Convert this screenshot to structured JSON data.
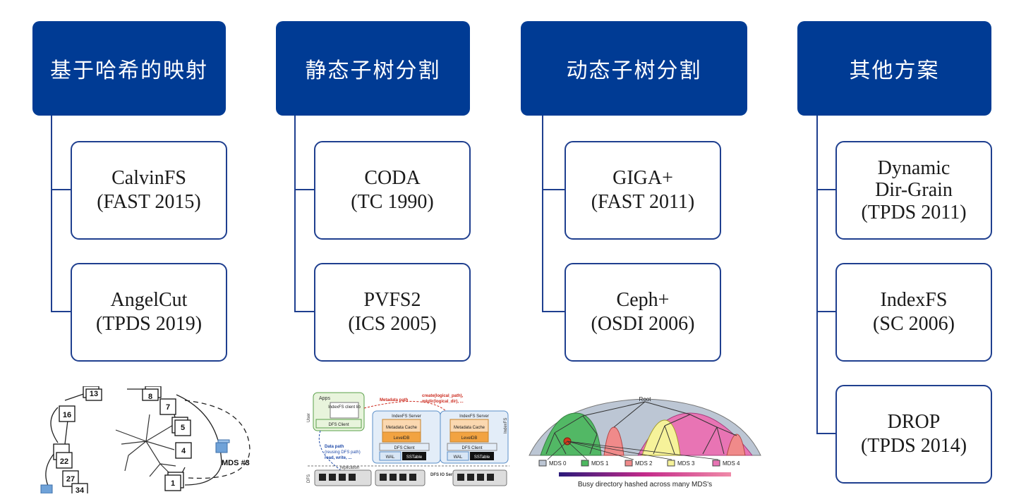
{
  "columns": [
    {
      "title": "基于哈希的映射",
      "items": [
        {
          "lines": [
            "CalvinFS",
            "(FAST 2015)"
          ]
        },
        {
          "lines": [
            "AngelCut",
            "(TPDS 2019)"
          ]
        }
      ]
    },
    {
      "title": "静态子树分割",
      "items": [
        {
          "lines": [
            "CODA",
            "(TC 1990)"
          ]
        },
        {
          "lines": [
            "PVFS2",
            "(ICS 2005)"
          ]
        }
      ]
    },
    {
      "title": "动态子树分割",
      "items": [
        {
          "lines": [
            "GIGA+",
            "(FAST 2011)"
          ]
        },
        {
          "lines": [
            "Ceph+",
            "(OSDI 2006)"
          ]
        }
      ]
    },
    {
      "title": "其他方案",
      "items": [
        {
          "lines": [
            "Dynamic",
            "Dir-Grain",
            "(TPDS 2011)"
          ]
        },
        {
          "lines": [
            "IndexFS",
            "(SC 2006)"
          ]
        },
        {
          "lines": [
            "DROP",
            "(TPDS 2014)"
          ]
        }
      ]
    }
  ],
  "figures": {
    "graph": {
      "nodes": [
        "13",
        "8",
        "16",
        "7",
        "5",
        "4",
        "22",
        "27",
        "34",
        "1"
      ],
      "mds_label": "MDS #3"
    },
    "indexfs": {
      "apps": "Apps",
      "client_lib": "IndexFS client lib",
      "dfs_client": "DFS Client",
      "user": "User",
      "metadata_path": "Metadata path",
      "create_call": "create(logical_path),",
      "mkdir_call": "mkdir(logical_dir), ...",
      "server": "IndexFS Server",
      "metadata_cache": "Metadata Cache",
      "leveldb": "LevelDB",
      "server_dfs_client": "DFS Client",
      "wal": "WAL",
      "sstable": "SSTable",
      "ellipsis": "...",
      "indexfs_side": "IndexFS",
      "data_path": "Data path",
      "reusing": "(reusing DFS path)",
      "rw": "read, write, ...",
      "replication": "replication",
      "dfs": "DFS",
      "dfs_io": "DFS IO Server"
    },
    "ceph": {
      "root": "Root",
      "legend": [
        "MDS 0",
        "MDS 1",
        "MDS 2",
        "MDS 3",
        "MDS 4"
      ],
      "colors": [
        "#bcc6d4",
        "#4db860",
        "#f08a8a",
        "#f6f29a",
        "#e874b4"
      ],
      "caption": "Busy directory hashed across many MDS's"
    }
  }
}
